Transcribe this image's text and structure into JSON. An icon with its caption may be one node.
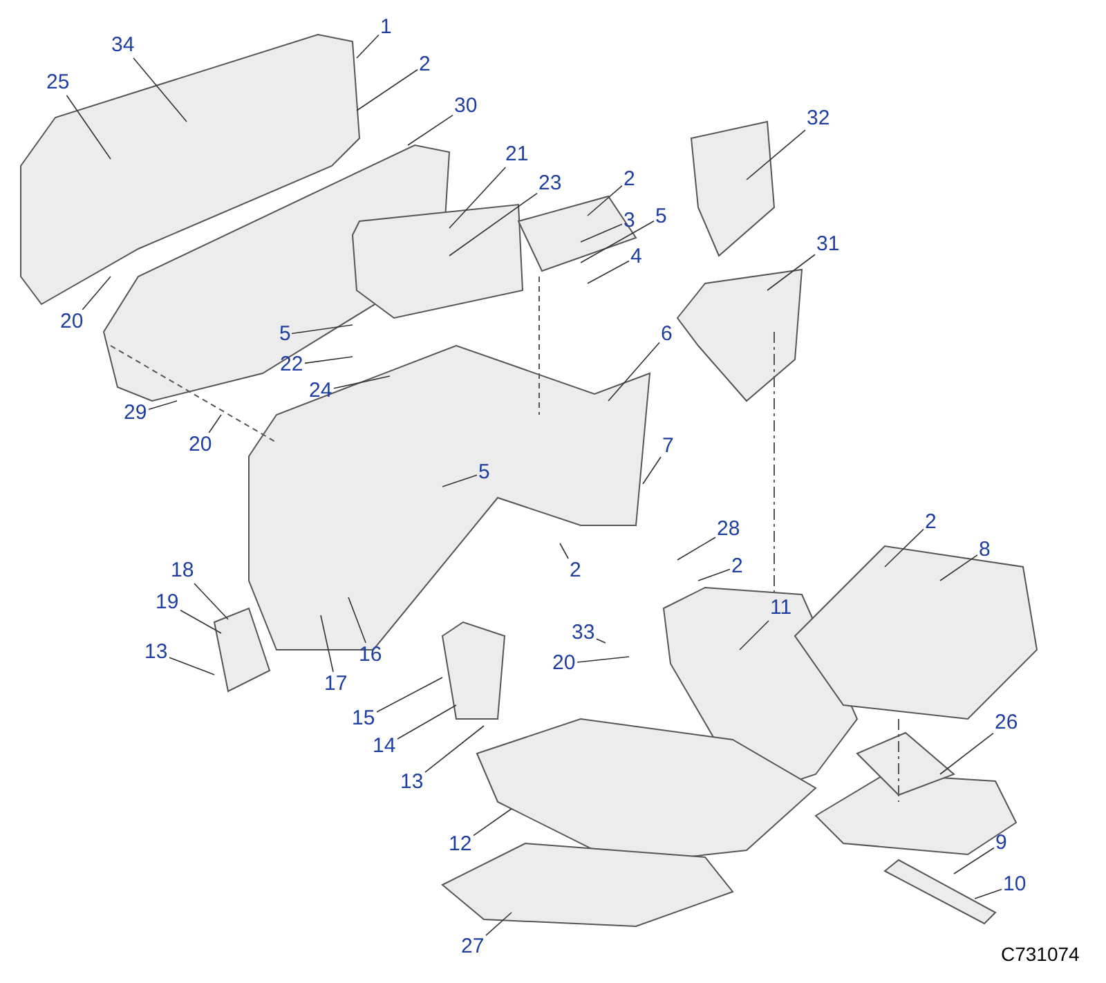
{
  "diagram": {
    "nodes": [
      {
        "text": [
          "1"
        ]
      },
      {
        "text": [
          "34"
        ]
      },
      {
        "text": [
          "2"
        ]
      },
      {
        "text": [
          "25"
        ]
      },
      {
        "text": [
          "30"
        ]
      },
      {
        "text": [
          "32"
        ]
      },
      {
        "text": [
          "21"
        ]
      },
      {
        "text": [
          "2"
        ]
      },
      {
        "text": [
          "23"
        ]
      },
      {
        "text": [
          "3"
        ]
      },
      {
        "text": [
          "5"
        ]
      },
      {
        "text": [
          "4"
        ]
      },
      {
        "text": [
          "31"
        ]
      },
      {
        "text": [
          "20"
        ]
      },
      {
        "text": [
          "5"
        ]
      },
      {
        "text": [
          "22"
        ]
      },
      {
        "text": [
          "6"
        ]
      },
      {
        "text": [
          "24"
        ]
      },
      {
        "text": [
          "29"
        ]
      },
      {
        "text": [
          "20"
        ]
      },
      {
        "text": [
          "7"
        ]
      },
      {
        "text": [
          "5"
        ]
      },
      {
        "text": [
          "28"
        ]
      },
      {
        "text": [
          "2"
        ]
      },
      {
        "text": [
          "2"
        ]
      },
      {
        "text": [
          "18"
        ]
      },
      {
        "text": [
          "2"
        ]
      },
      {
        "text": [
          "8"
        ]
      },
      {
        "text": [
          "19"
        ]
      },
      {
        "text": [
          "11"
        ]
      },
      {
        "text": [
          "33"
        ]
      },
      {
        "text": [
          "17"
        ]
      },
      {
        "text": [
          "16"
        ]
      },
      {
        "text": [
          "20"
        ]
      },
      {
        "text": [
          "13"
        ]
      },
      {
        "text": [
          "15"
        ]
      },
      {
        "text": [
          "14"
        ]
      },
      {
        "text": [
          "26"
        ]
      },
      {
        "text": [
          "13"
        ]
      },
      {
        "text": [
          "12"
        ]
      },
      {
        "text": [
          "9"
        ]
      },
      {
        "text": [
          "10"
        ]
      },
      {
        "text": [
          "27"
        ]
      }
    ],
    "edges": [
      {
        "from": 0,
        "to": null,
        "arrow": "none"
      },
      {
        "from": 1,
        "to": null,
        "arrow": "none"
      },
      {
        "from": 2,
        "to": null,
        "arrow": "none"
      },
      {
        "from": 3,
        "to": null,
        "arrow": "none"
      },
      {
        "from": 4,
        "to": null,
        "arrow": "none"
      },
      {
        "from": 5,
        "to": null,
        "arrow": "none"
      },
      {
        "from": 6,
        "to": null,
        "arrow": "none"
      },
      {
        "from": 7,
        "to": null,
        "arrow": "none"
      },
      {
        "from": 8,
        "to": null,
        "arrow": "none"
      },
      {
        "from": 9,
        "to": null,
        "arrow": "none"
      },
      {
        "from": 10,
        "to": null,
        "arrow": "none"
      },
      {
        "from": 11,
        "to": null,
        "arrow": "none"
      },
      {
        "from": 12,
        "to": null,
        "arrow": "none"
      },
      {
        "from": 13,
        "to": null,
        "arrow": "none"
      },
      {
        "from": 14,
        "to": null,
        "arrow": "none"
      },
      {
        "from": 15,
        "to": null,
        "arrow": "none"
      },
      {
        "from": 16,
        "to": null,
        "arrow": "none"
      },
      {
        "from": 17,
        "to": null,
        "arrow": "none"
      },
      {
        "from": 18,
        "to": null,
        "arrow": "none"
      },
      {
        "from": 19,
        "to": null,
        "arrow": "none"
      },
      {
        "from": 20,
        "to": null,
        "arrow": "none"
      },
      {
        "from": 21,
        "to": null,
        "arrow": "none"
      },
      {
        "from": 22,
        "to": null,
        "arrow": "none"
      },
      {
        "from": 23,
        "to": null,
        "arrow": "none"
      },
      {
        "from": 24,
        "to": null,
        "arrow": "none"
      },
      {
        "from": 25,
        "to": null,
        "arrow": "none"
      },
      {
        "from": 26,
        "to": null,
        "arrow": "none"
      },
      {
        "from": 27,
        "to": null,
        "arrow": "none"
      },
      {
        "from": 28,
        "to": null,
        "arrow": "none"
      },
      {
        "from": 29,
        "to": null,
        "arrow": "none"
      },
      {
        "from": 30,
        "to": null,
        "arrow": "none"
      },
      {
        "from": 31,
        "to": null,
        "arrow": "none"
      },
      {
        "from": 32,
        "to": null,
        "arrow": "none"
      },
      {
        "from": 33,
        "to": null,
        "arrow": "none"
      },
      {
        "from": 34,
        "to": null,
        "arrow": "none"
      },
      {
        "from": 35,
        "to": null,
        "arrow": "none"
      },
      {
        "from": 36,
        "to": null,
        "arrow": "none"
      },
      {
        "from": 37,
        "to": null,
        "arrow": "none"
      },
      {
        "from": 38,
        "to": null,
        "arrow": "none"
      },
      {
        "from": 39,
        "to": null,
        "arrow": "none"
      },
      {
        "from": 40,
        "to": null,
        "arrow": "none"
      },
      {
        "from": 41,
        "to": null,
        "arrow": "none"
      },
      {
        "from": 42,
        "to": null,
        "arrow": "none"
      }
    ],
    "labels": [
      "C731074"
    ]
  }
}
